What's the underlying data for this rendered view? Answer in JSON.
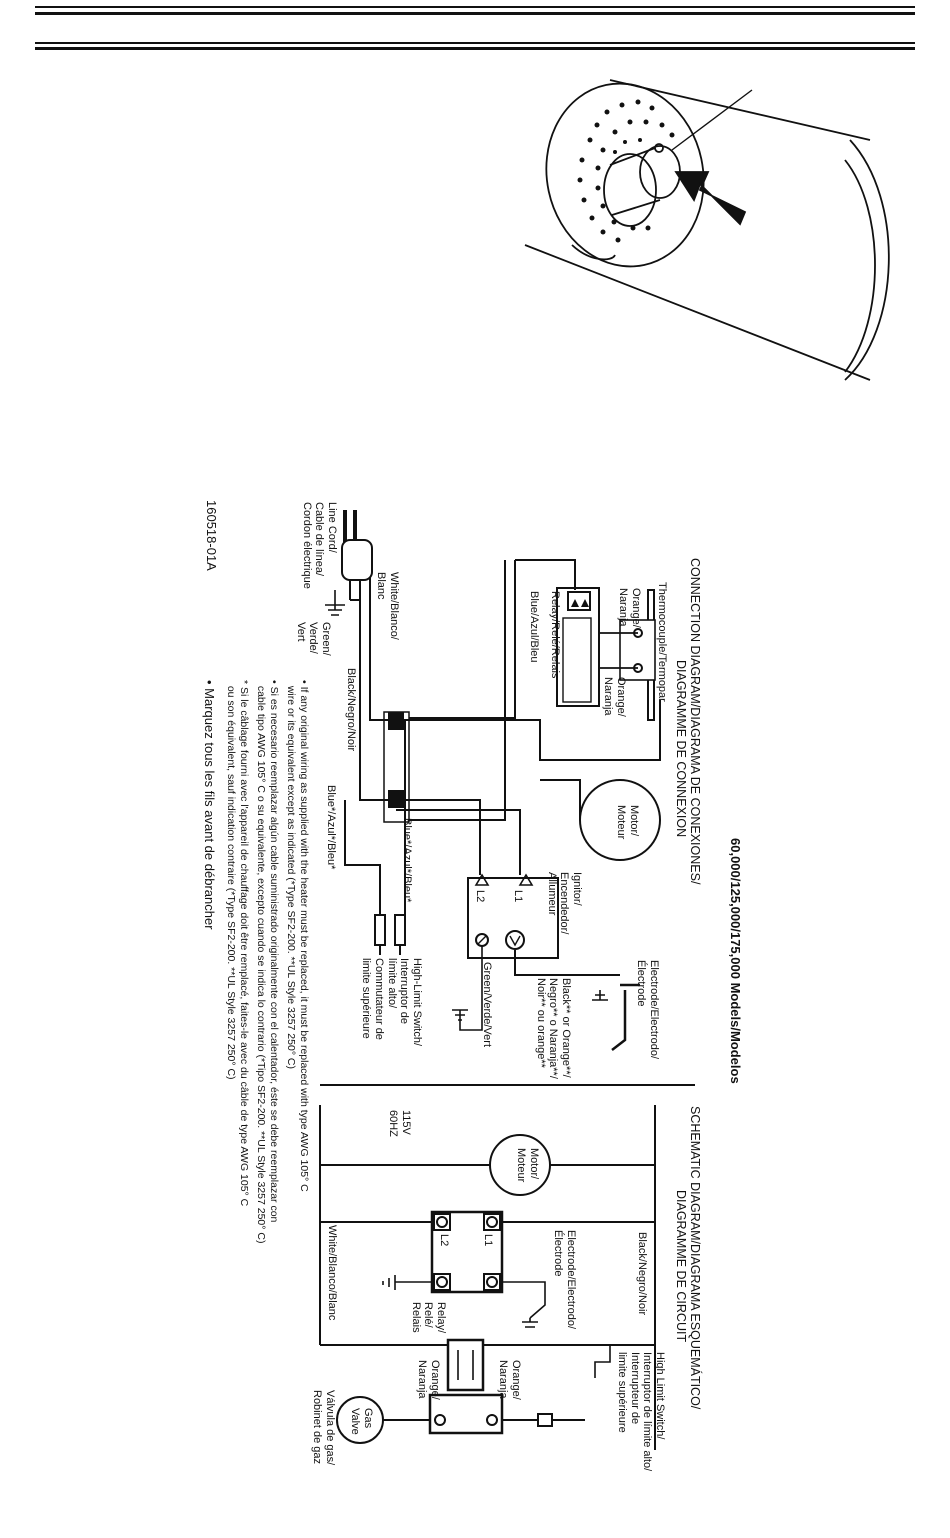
{
  "models_title": "60,000/125,000/175,000 Models/Modelos",
  "connection": {
    "title_line1": "CONNECTION DIAGRAM/DIAGRAMA DE CONEXIONES/",
    "title_line2": "DIAGRAMME DE CONNEXION",
    "thermocouple": "Thermocouple/Termopar",
    "orange_left": "Orange/\nNaranja",
    "orange_right": "Orange/\nNaranja",
    "relay": "Relay/Relé/Relais",
    "blue_label": "Blue/Azul/Bleu",
    "white_label": "White/Blanco/\nBlanc",
    "black_label": "Black/Negro/Noir",
    "blue_star_1": "Blue*/Azul*/Bleu*",
    "blue_star_2": "Blue*/Azul*/Bleu*",
    "motor": "Motor/\nMoteur",
    "ignitor": "Ignitor/\nEncendedor/\nAllumeur",
    "l1": "L1",
    "l2": "L2",
    "electrode": "Electrode/Electrodo/\nÉlectrode",
    "black_orange": "Black** or Orange**/\nNegro** o Naranja**/\nNoir** ou orange**",
    "green_ignitor": "Green/Verde/Vert",
    "high_limit": "High-Limit Switch/\nInterruptor de\nlímite alto/\nCommutateur de\nlimite supérieure",
    "line_cord": "Line Cord/\nCable de línea/\nCordon électrique",
    "green_cord": "Green/\nVerde/\nVert"
  },
  "schematic": {
    "title_line1": "SCHEMATIC DIAGRAM/DIAGRAMA ESQUEMÁTICO/",
    "title_line2": "DIAGRAMME DE CIRCUIT",
    "voltage": "115V\n60HZ",
    "motor": "Motor/\nMoteur",
    "black_label": "Black/Negro/Noir",
    "white_label": "White/Blanco/Blanc",
    "l1": "L1",
    "l2": "L2",
    "electrode": "Electrode/Electrodo/\nÉlectrode",
    "relay": "Relay/\nRelé/\nRelais",
    "high_limit": "High Limit Switch/\nInterruptor de límite alto/\nInterrupteur de\nlimite supérieure",
    "orange_1": "Orange/\nNaranja",
    "orange_2": "Orange/\nNaranja",
    "gas_valve_symbol": "Gas\nValve",
    "gas_valve_label": "Válvula de gas/\nRobinet de gaz"
  },
  "notes": {
    "n1": "• If any original wiring as supplied with the heater must be replaced, it must be replaced with type AWG 105° C\n  wire or its equivalent except as indicated (*Type SF2-200. **UL Style 3257 250° C)",
    "n2": "• Si es necesario reemplazar algún cable suministrado originalmente con el calentador, éste se debe reemplazar con\n  cable tipo AWG 105° C o su equivalente, excepto cuando se indica lo contrario (*Tipo SF2-200. **UL Style 3257 250° C)",
    "n3": "* Si le câblage fourni avec l'appareil de chauffage doit être remplacé, faites-le avec du câble de type AWG 105° C\n  ou son équivalent, sauf indication contraire (*Type SF2-200. **UL Style 3257 250° C)",
    "n4": "• Marquez tous les fils avant de débrancher"
  },
  "part_number": "160518-01A"
}
